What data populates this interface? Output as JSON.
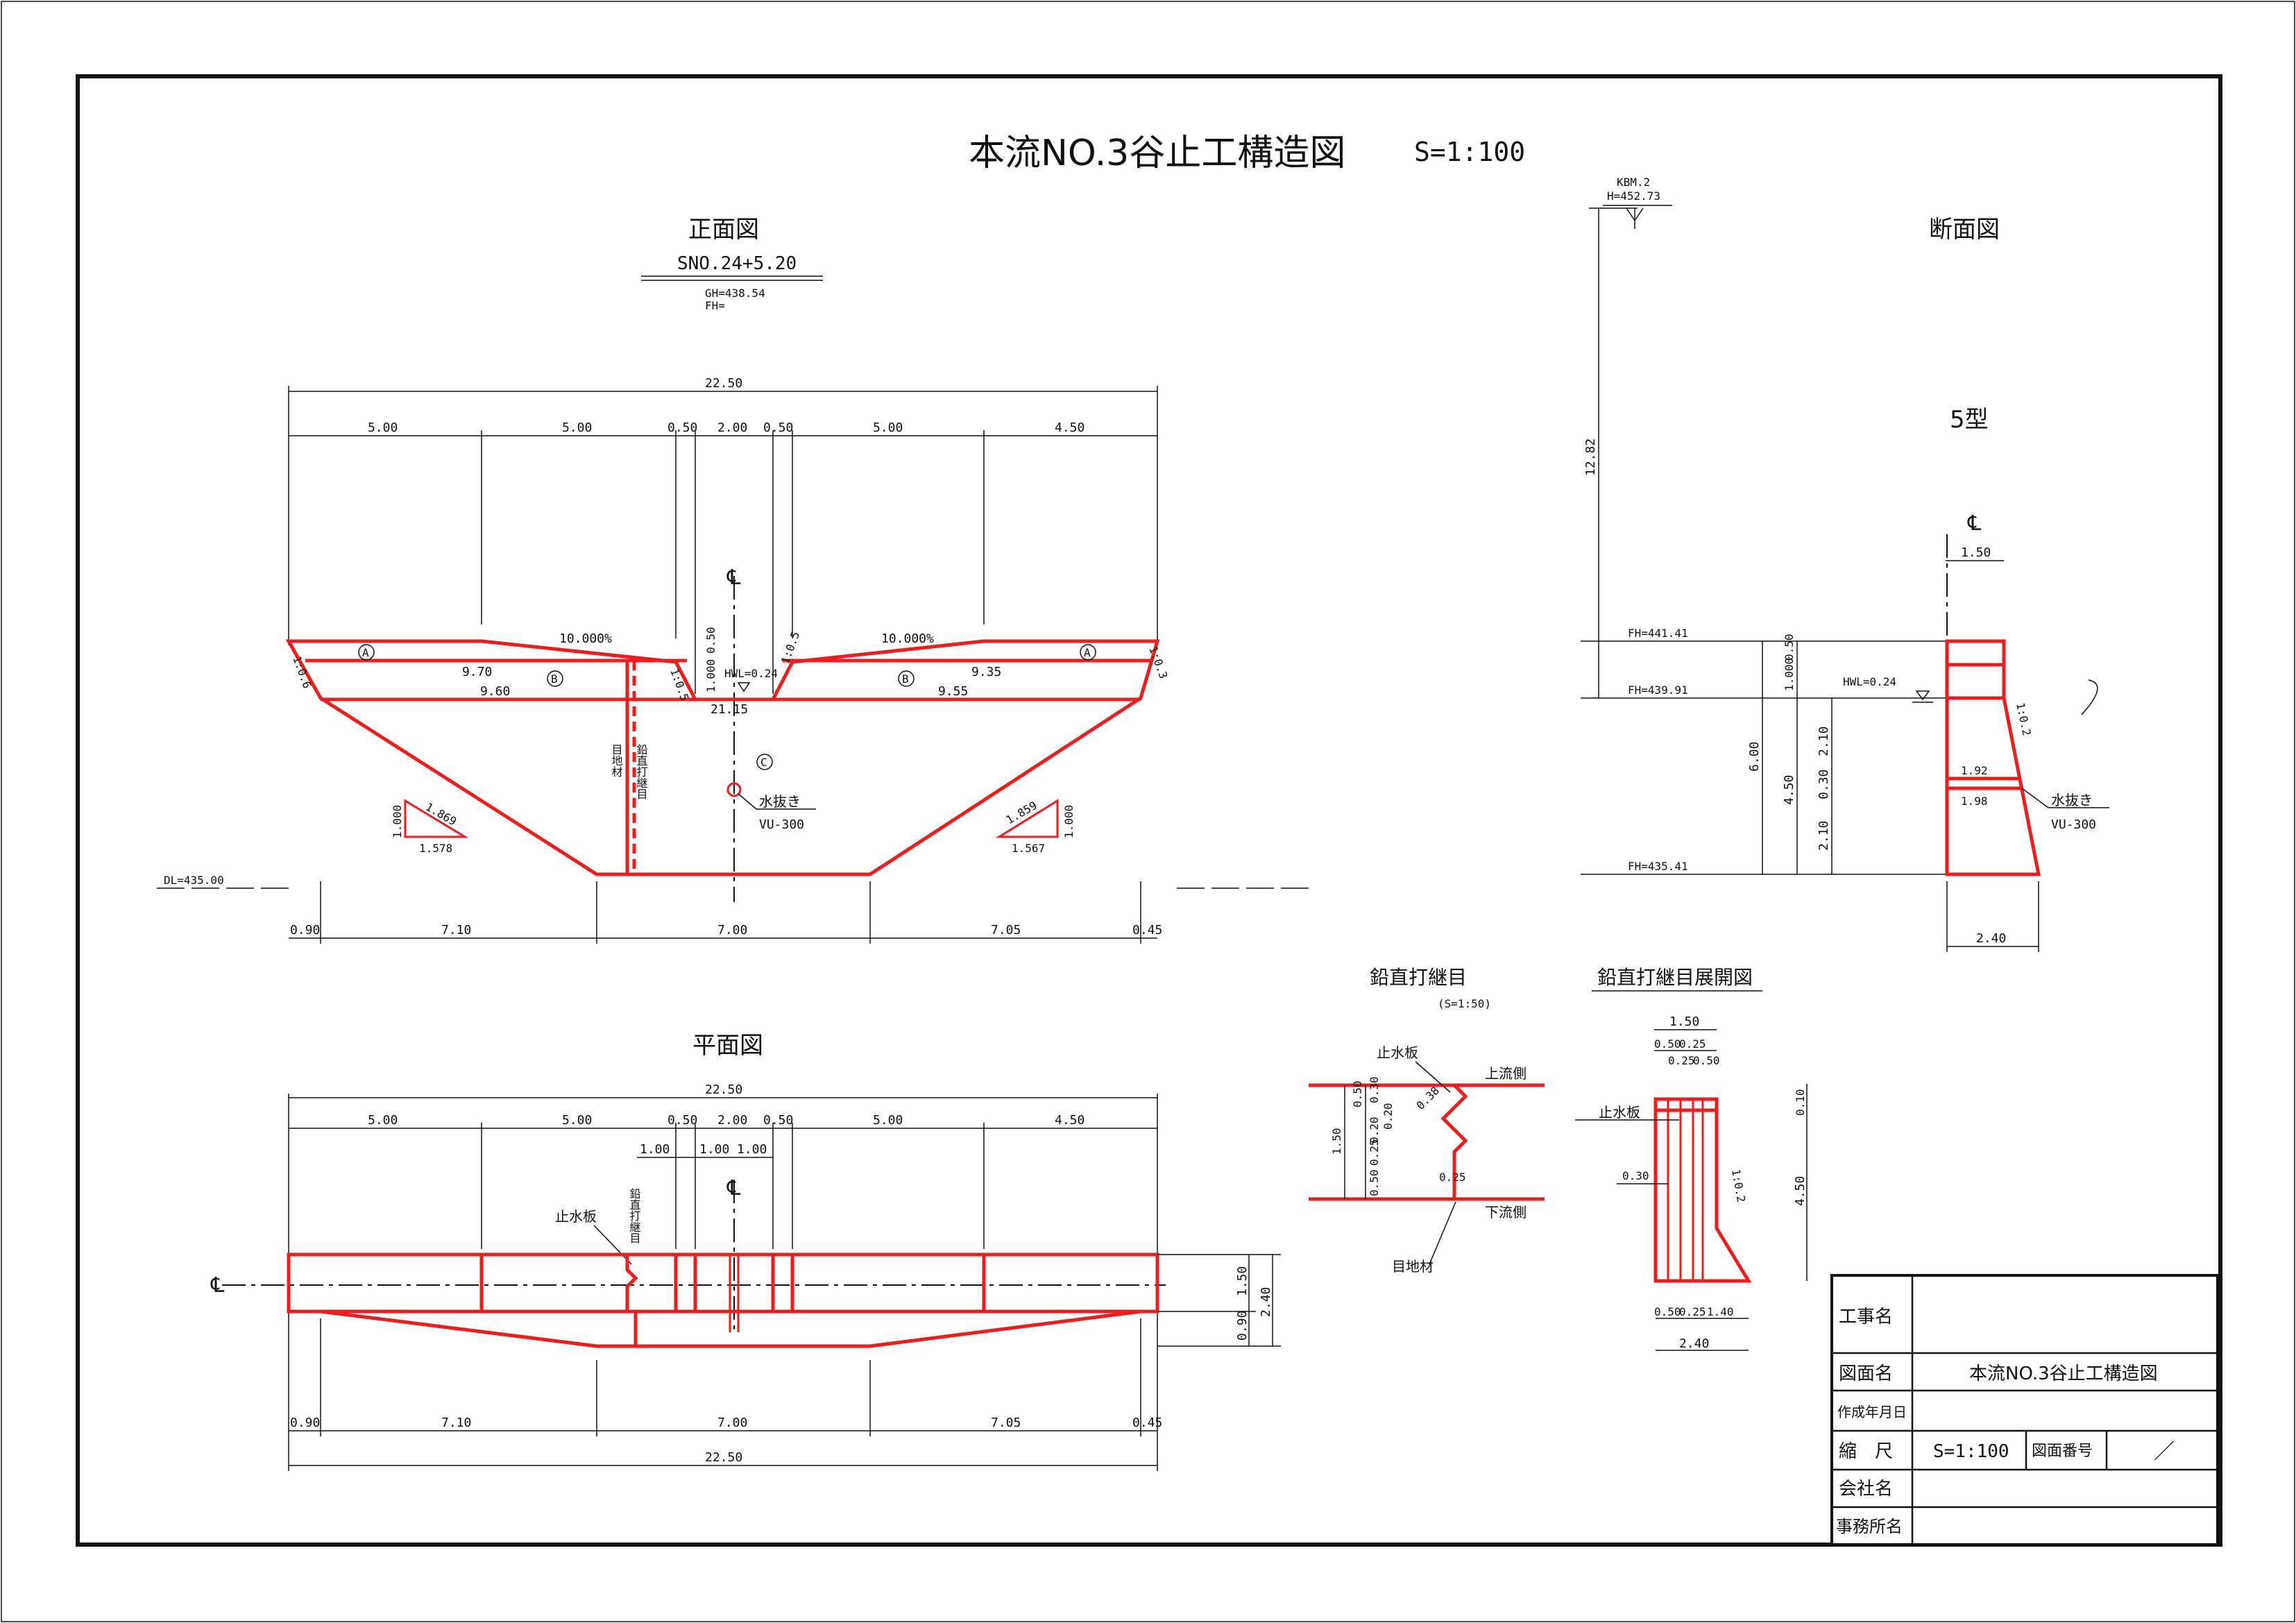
{
  "title": {
    "main": "本流NO.3谷止工構造図",
    "scale": "S=1:100"
  },
  "colors": {
    "structure": "#ee1c1c",
    "line": "#111111",
    "background": "#ffffff"
  },
  "front": {
    "heading": "正面図",
    "station": "SNO.24+5.20",
    "gh": "GH=438.54",
    "fh": "FH=",
    "total": "22.50",
    "top_dims": [
      "5.00",
      "5.00",
      "0.50",
      "2.00",
      "0.50",
      "5.00",
      "4.50"
    ],
    "grade_left": "10.000%",
    "grade_right": "10.000%",
    "marks": {
      "a": "A",
      "b": "B",
      "c": "C"
    },
    "crest_left": "9.70",
    "crest_right": "9.35",
    "base_left": "9.60",
    "base_right": "9.55",
    "slope_end_left": "1:0.6",
    "slope_end_right": "1:0.3",
    "slope_notch_left": "1:0.5",
    "slope_notch_right": "1:0.5",
    "notch_depth": "1.000",
    "notch_top": "0.50",
    "hwl": "HWL=0.24",
    "notch_base": "21.15",
    "joint_material": "目地材",
    "vertical_joint": "鉛直打継目",
    "drain": "水抜き",
    "drain_spec": "VU-300",
    "tri_left": {
      "v": "1.000",
      "h": "1.578",
      "s": "1.869"
    },
    "tri_right": {
      "v": "1.000",
      "h": "1.567",
      "s": "1.859"
    },
    "dl": "DL=435.00",
    "bottom_dims": [
      "0.90",
      "7.10",
      "7.00",
      "7.05",
      "0.45"
    ],
    "cl": "℄"
  },
  "plan": {
    "heading": "平面図",
    "total": "22.50",
    "top_dims": [
      "5.00",
      "5.00",
      "0.50",
      "2.00",
      "0.50",
      "5.00",
      "4.50"
    ],
    "sub_dims": [
      "1.00",
      "1.00",
      "1.00"
    ],
    "stop_plate": "止水板",
    "vertical_joint": "鉛直打継目",
    "cl": "℄",
    "right_dims": [
      "1.50",
      "0.90"
    ],
    "right_total": "2.40",
    "bottom_dims": [
      "0.90",
      "7.10",
      "7.00",
      "7.05",
      "0.45"
    ],
    "bottom_total": "22.50"
  },
  "section": {
    "heading": "断面図",
    "type": "5型",
    "kbm": "KBM.2",
    "kbm_h": "H=452.73",
    "height_to_kbm": "12.82",
    "cl": "℄",
    "top_width": "1.50",
    "fh_top": "FH=441.41",
    "fh_mid": "FH=439.91",
    "fh_base": "FH=435.41",
    "dims_left": [
      "0.50",
      "1.000",
      "6.00",
      "4.50",
      "2.10",
      "0.30",
      "2.10"
    ],
    "hwl": "HWL=0.24",
    "slope": "1:0.2",
    "w1": "1.92",
    "w2": "1.98",
    "drain": "水抜き",
    "drain_spec": "VU-300",
    "base_width": "2.40"
  },
  "joint": {
    "heading": "鉛直打継目",
    "scale": "(S=1:50)",
    "stop_plate": "止水板",
    "upstream": "上流側",
    "downstream": "下流側",
    "joint_material": "目地材",
    "dims": [
      "1.50",
      "0.50",
      "0.30",
      "0.20",
      "0.20",
      "0.25",
      "0.50",
      "0.38",
      "0.25"
    ]
  },
  "develop": {
    "heading": "鉛直打継目展開図",
    "stop_plate": "止水板",
    "top_width": "1.50",
    "top_sub": [
      "0.50",
      "0.25",
      "0.25",
      "0.50"
    ],
    "side": "0.30",
    "slope": "1:0.2",
    "right_dims": [
      "0.10",
      "4.50"
    ],
    "bottom_sub": [
      "0.50",
      "0.25",
      "1.40"
    ],
    "bottom_total": "2.40"
  },
  "title_block": {
    "rows": [
      {
        "label": "工事名",
        "value": ""
      },
      {
        "label": "図面名",
        "value": "本流NO.3谷止工構造図"
      },
      {
        "label": "作成年月日",
        "value": ""
      },
      {
        "label": "縮　尺",
        "value": "S=1:100",
        "sub_label": "図面番号",
        "sub_value": "／"
      },
      {
        "label": "会社名",
        "value": ""
      },
      {
        "label": "事務所名",
        "value": ""
      }
    ]
  }
}
